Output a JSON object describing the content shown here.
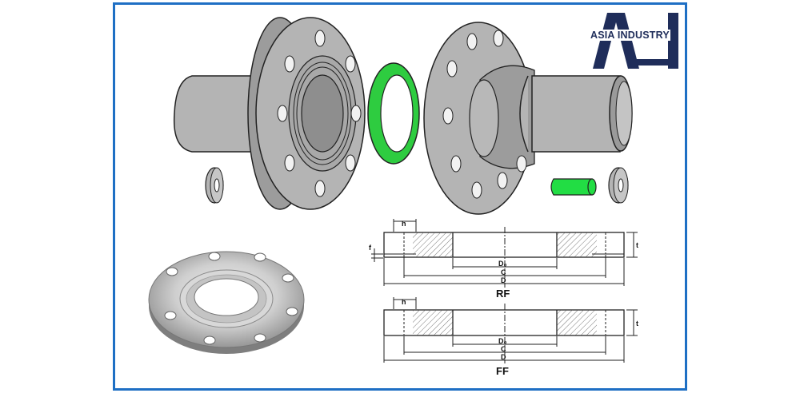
{
  "brand": {
    "name": "ASIA INDUSTRY",
    "logo_icon": "ai-monogram-logo",
    "logo_color": "#1f2d5a",
    "frame_color": "#1e6fc4"
  },
  "colors": {
    "flange_gray": "#b4b4b4",
    "gasket_green": "#2ecc40",
    "pin_green": "#22dd44",
    "outline": "#222222"
  },
  "drawing_rf": {
    "title": "RF",
    "labels": {
      "h": "h",
      "f": "f",
      "t": "t",
      "d0": "D₀",
      "c": "C",
      "d": "D"
    }
  },
  "drawing_ff": {
    "title": "FF",
    "labels": {
      "h": "h",
      "t": "t",
      "d0": "D₀",
      "c": "C",
      "d": "D"
    }
  }
}
